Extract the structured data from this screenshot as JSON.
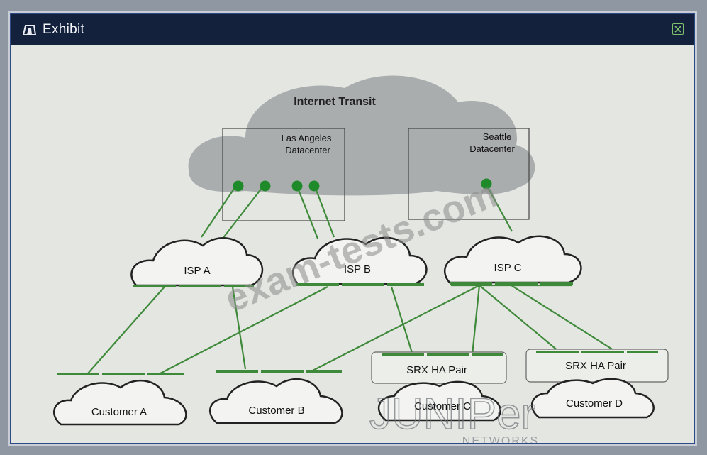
{
  "window": {
    "title": "Exhibit"
  },
  "diagram": {
    "transit_label": "Internet Transit",
    "datacenters": [
      {
        "line1": "Las Angeles",
        "line2": "Datacenter"
      },
      {
        "line1": "Seattle",
        "line2": "Datacenter"
      }
    ],
    "isps": [
      "ISP A",
      "ISP B",
      "ISP C"
    ],
    "srx_label": "SRX HA Pair",
    "customers": [
      "Customer A",
      "Customer B",
      "Customer C",
      "Customer D"
    ]
  },
  "watermarks": {
    "site": "exam-tests.com",
    "brand": "JUNIPer",
    "brand_sub": "NETWORKS"
  },
  "colors": {
    "link": "#3f8a3a",
    "node": "#1f8a2a",
    "titlebar": "#13213d",
    "cloud_outline": "#222222"
  }
}
